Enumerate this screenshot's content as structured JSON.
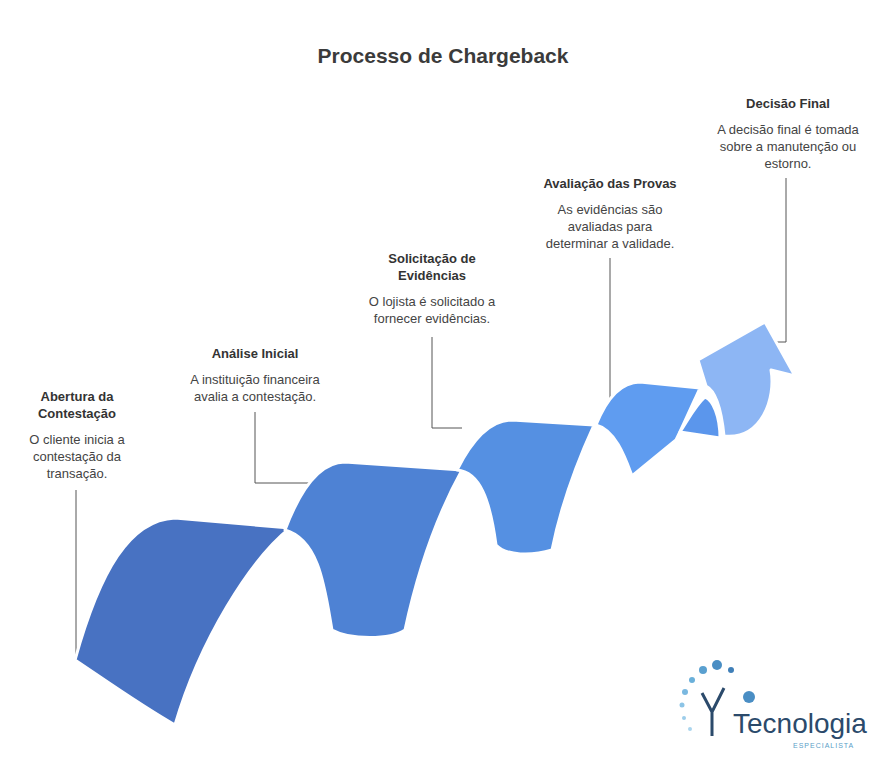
{
  "diagram": {
    "title": "Processo de Chargeback",
    "nodes": [
      {
        "text": [
          "Abertura da Contestação",
          "O cliente inicia a contestação da transação."
        ]
      },
      {
        "text": [
          "Análise Inicial",
          "A instituição financeira avalia a contestação."
        ]
      },
      {
        "text": [
          "Solicitação de Evidências",
          "O lojista é solicitado a fornecer evidências."
        ]
      },
      {
        "text": [
          "Avaliação das Provas",
          "As evidências são avaliadas para determinar a validade."
        ]
      },
      {
        "text": [
          "Decisão Final",
          "A decisão final é tomada sobre a manutenção ou estorno."
        ]
      }
    ],
    "labels": [
      "Tecnologia",
      "ESPECIALISTA"
    ]
  }
}
